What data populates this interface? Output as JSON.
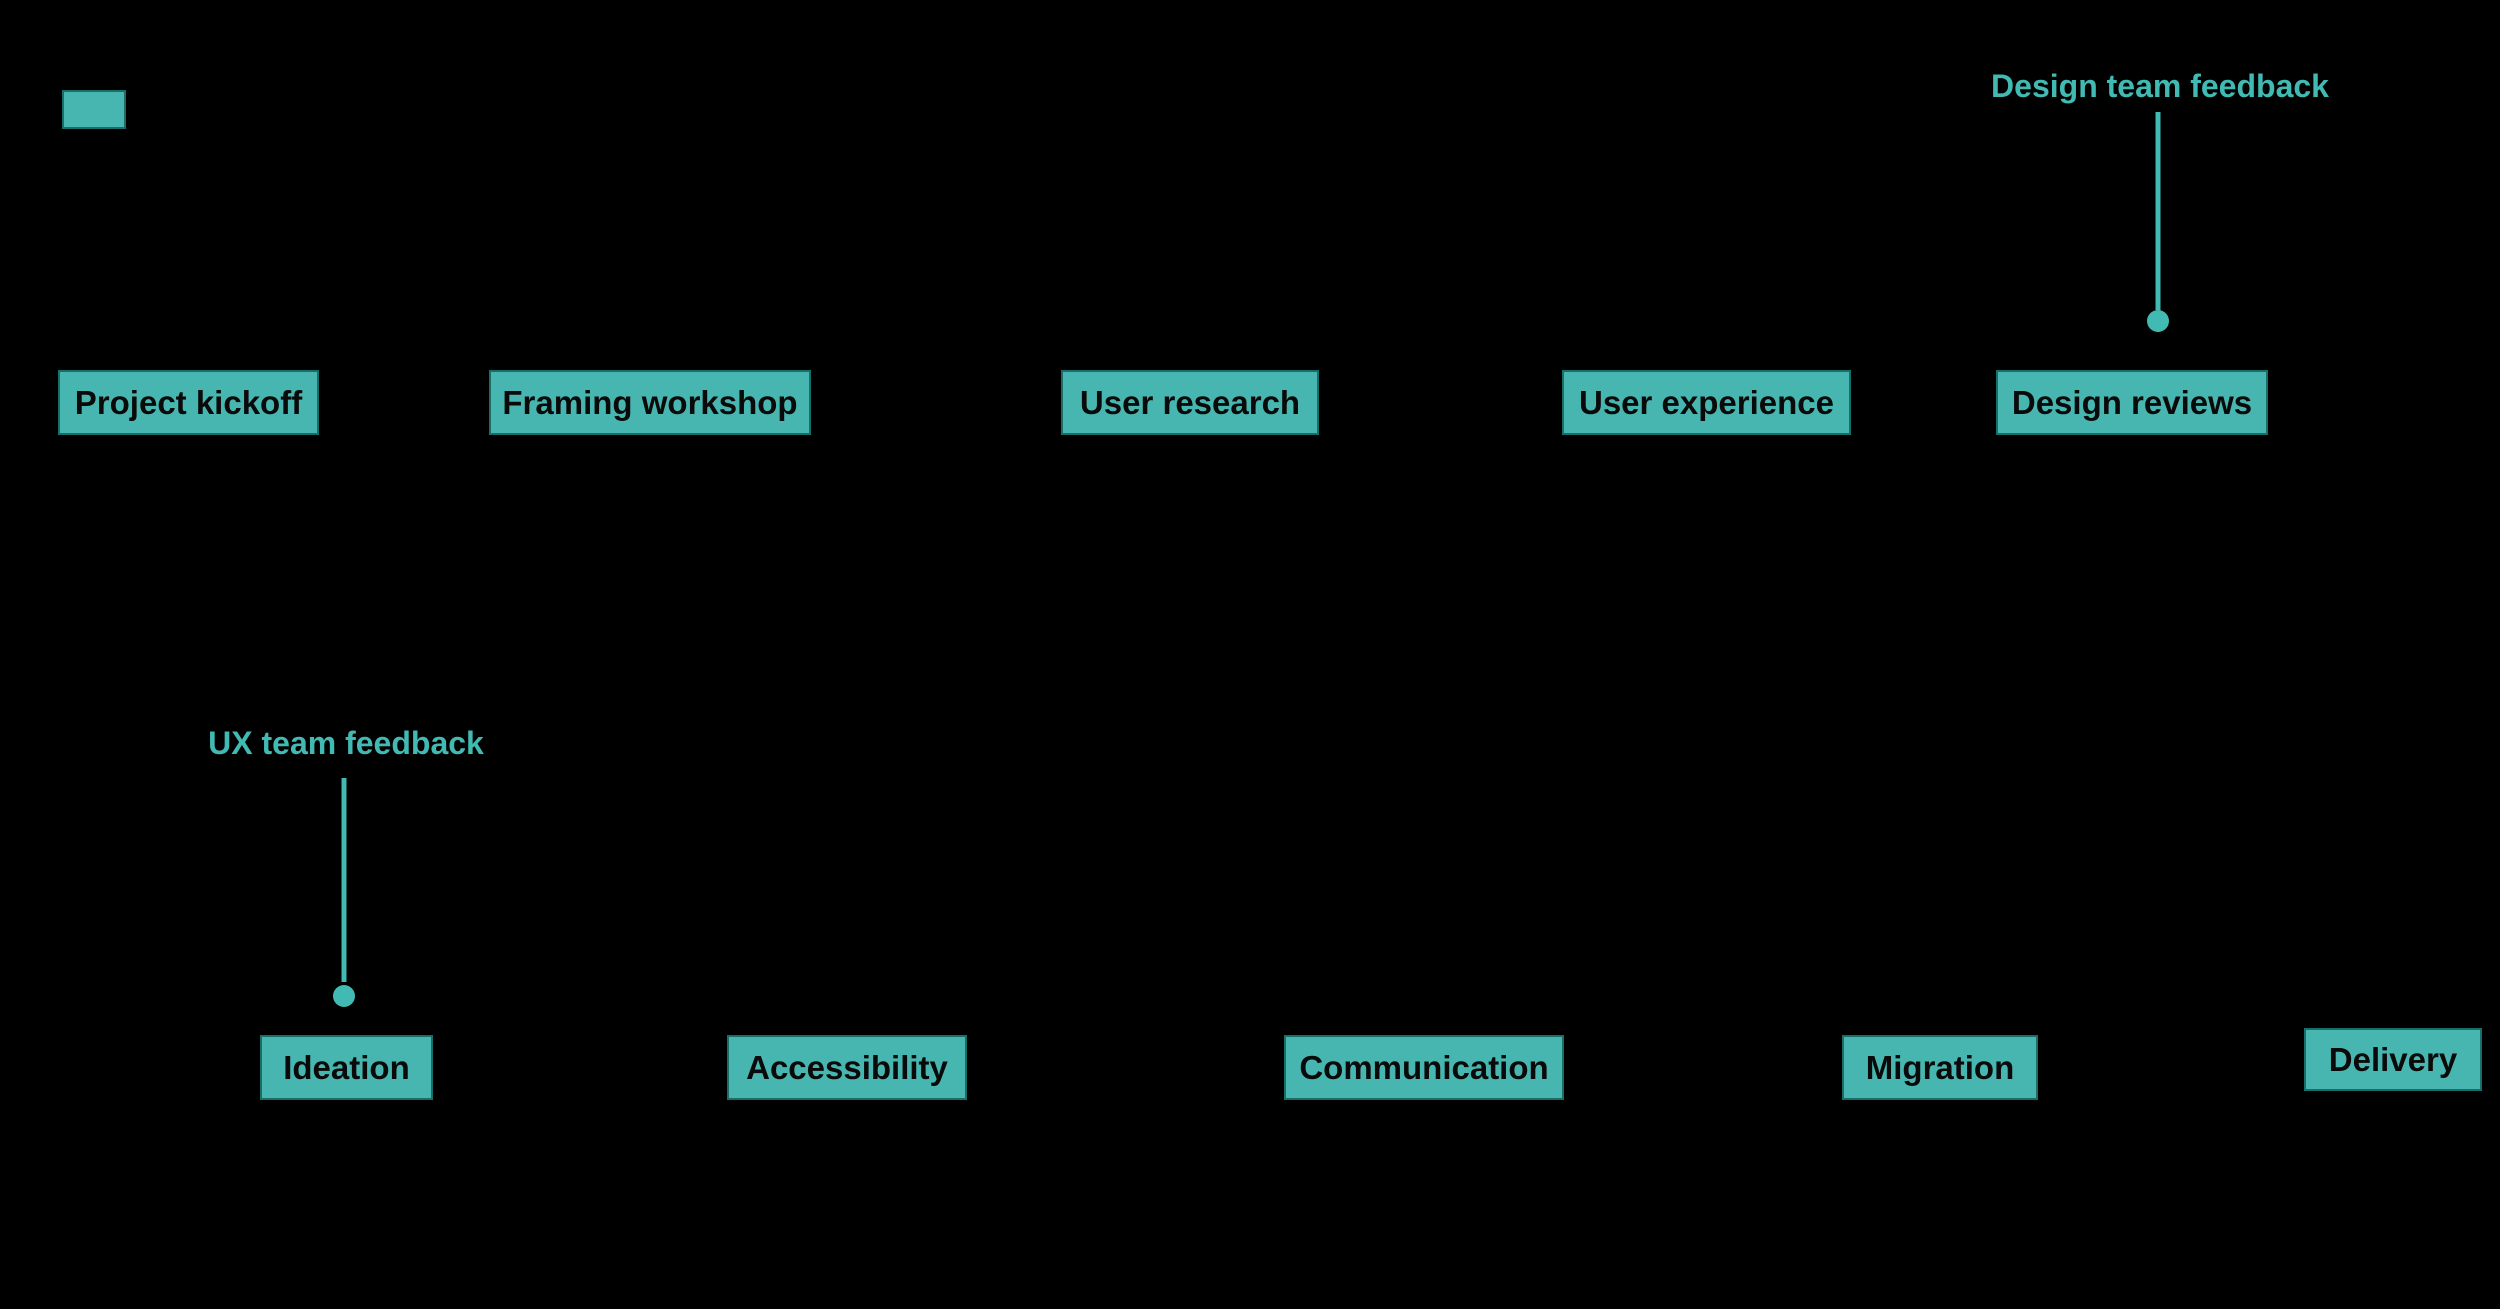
{
  "diagram": {
    "type": "timeline",
    "background": "#000000",
    "colors": {
      "box_fill": "#48b6b0",
      "box_border": "#1a6e69",
      "box_text": "#0a0a0a",
      "callout_accent": "#41bab3"
    },
    "rows": [
      {
        "events": [
          "Project kickoff",
          "Framing workshop",
          "User research",
          "User experience",
          "Design reviews"
        ]
      },
      {
        "events": [
          "Ideation",
          "Accessibility",
          "Communication",
          "Migration",
          "Delivery"
        ]
      }
    ],
    "callouts": [
      {
        "label": "Design team feedback"
      },
      {
        "label": "UX team feedback"
      }
    ]
  }
}
